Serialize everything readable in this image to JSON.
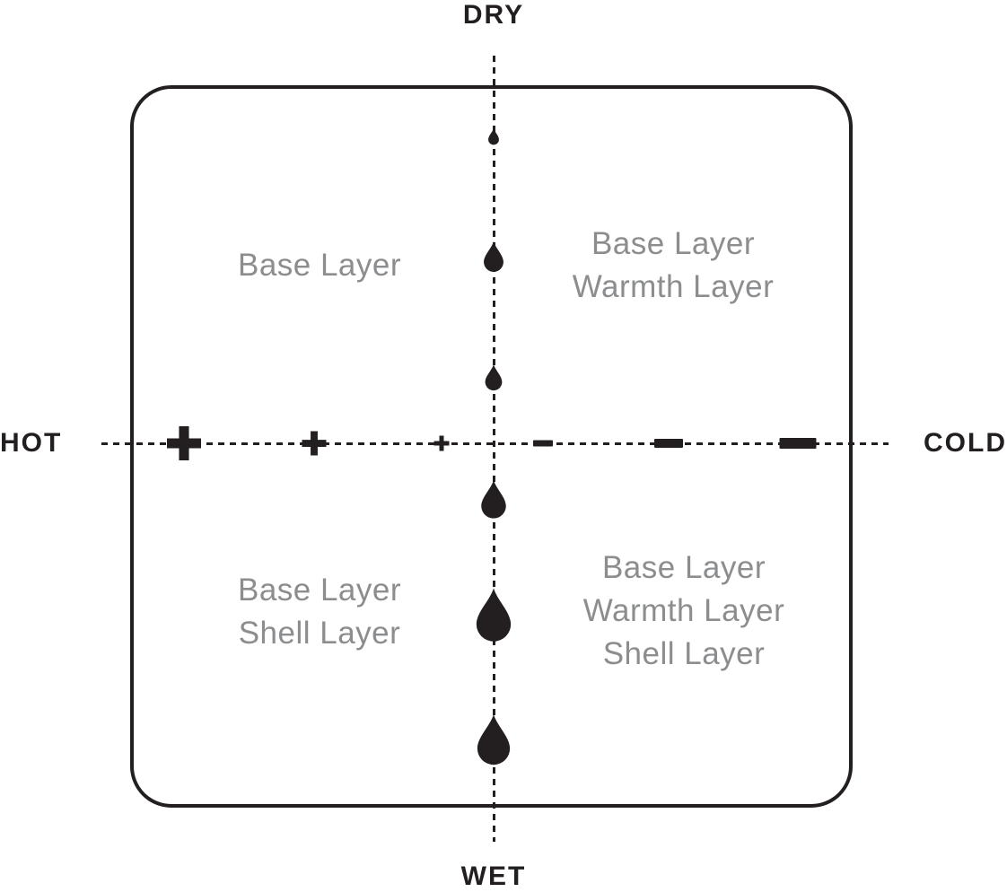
{
  "colors": {
    "ink": "#231f20",
    "muted_text": "#8b8d8f",
    "background": "#ffffff"
  },
  "axes": {
    "top": "DRY",
    "bottom": "WET",
    "left": "HOT",
    "right": "COLD"
  },
  "quadrants": {
    "top_left": {
      "lines": [
        "Base Layer"
      ]
    },
    "top_right": {
      "lines": [
        "Base Layer",
        "Warmth Layer"
      ]
    },
    "bottom_left": {
      "lines": [
        "Base Layer",
        "Shell Layer"
      ]
    },
    "bottom_right": {
      "lines": [
        "Base Layer",
        "Warmth Layer",
        "Shell Layer"
      ]
    }
  },
  "icons": {
    "vertical_axis_droplets": "six droplet icons growing in size from DRY (top) to WET (bottom)",
    "horizontal_axis_marks": "three plus icons shrinking toward center from HOT (left), three minus icons growing toward COLD (right)"
  }
}
